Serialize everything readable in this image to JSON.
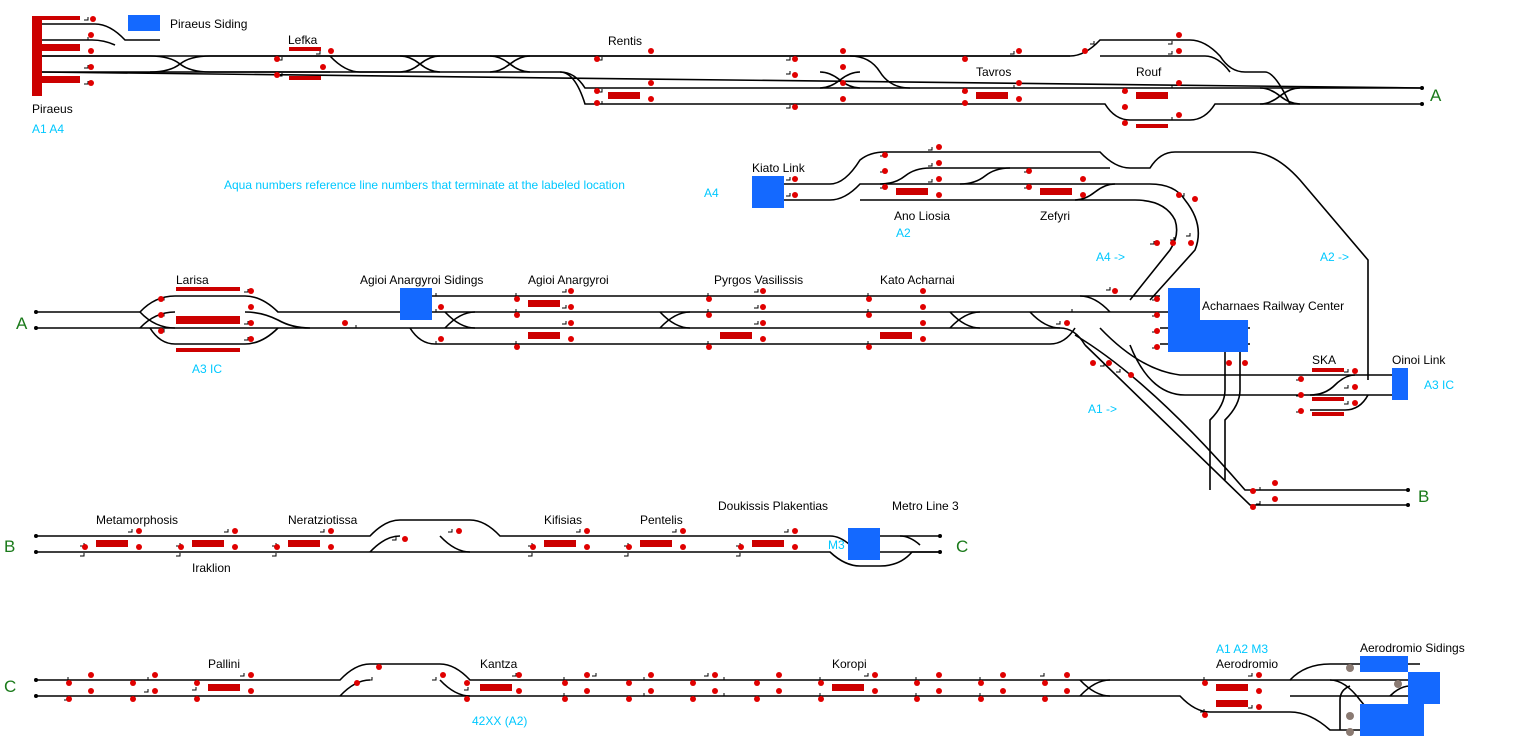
{
  "colors": {
    "track": "#000000",
    "platform": "#cc0000",
    "siding": "#1469ff",
    "signal": "#e00000",
    "aqua": "#00c8ff",
    "endpoint": "#1a7a1a"
  },
  "stations": {
    "piraeus": "Piraeus",
    "piraeus_siding": "Piraeus Siding",
    "lefka": "Lefka",
    "rentis": "Rentis",
    "tavros": "Tavros",
    "rouf": "Rouf",
    "kiato_link": "Kiato Link",
    "ano_liosia": "Ano Liosia",
    "zefyri": "Zefyri",
    "larisa": "Larisa",
    "agioi_anargyroi_sidings": "Agioi Anargyroi Sidings",
    "agioi_anargyroi": "Agioi Anargyroi",
    "pyrgos_vasilissis": "Pyrgos Vasilissis",
    "kato_acharnai": "Kato Acharnai",
    "acharnaes_railway_center": "Acharnaes Railway Center",
    "ska": "SKA",
    "oinoi_link": "Oinoi Link",
    "metamorphosis": "Metamorphosis",
    "iraklion": "Iraklion",
    "neratziotissa": "Neratziotissa",
    "kifisias": "Kifisias",
    "pentelis": "Pentelis",
    "doukissis_plakentias": "Doukissis Plakentias",
    "metro_line_3": "Metro Line 3",
    "pallini": "Pallini",
    "kantza": "Kantza",
    "koropi": "Koropi",
    "aerodromio": "Aerodromio",
    "aerodromio_sidings": "Aerodromio Sidings"
  },
  "line_refs": {
    "piraeus": "A1 A4",
    "legend": "Aqua numbers reference line numbers that terminate at the labeled location",
    "kiato": "A4",
    "ano_liosia": "A2",
    "a4_arrow": "A4 ->",
    "a2_arrow": "A2 ->",
    "larisa": "A3 IC",
    "a1_arrow": "A1 ->",
    "oinoi": "A3 IC",
    "m3": "M3",
    "aerodromio": "A1 A2 M3",
    "kantza": "42XX (A2)"
  },
  "endpoints": {
    "a_right": "A",
    "a_left": "A",
    "b_right": "B",
    "b_left": "B",
    "c_right": "C",
    "c_left": "C"
  }
}
